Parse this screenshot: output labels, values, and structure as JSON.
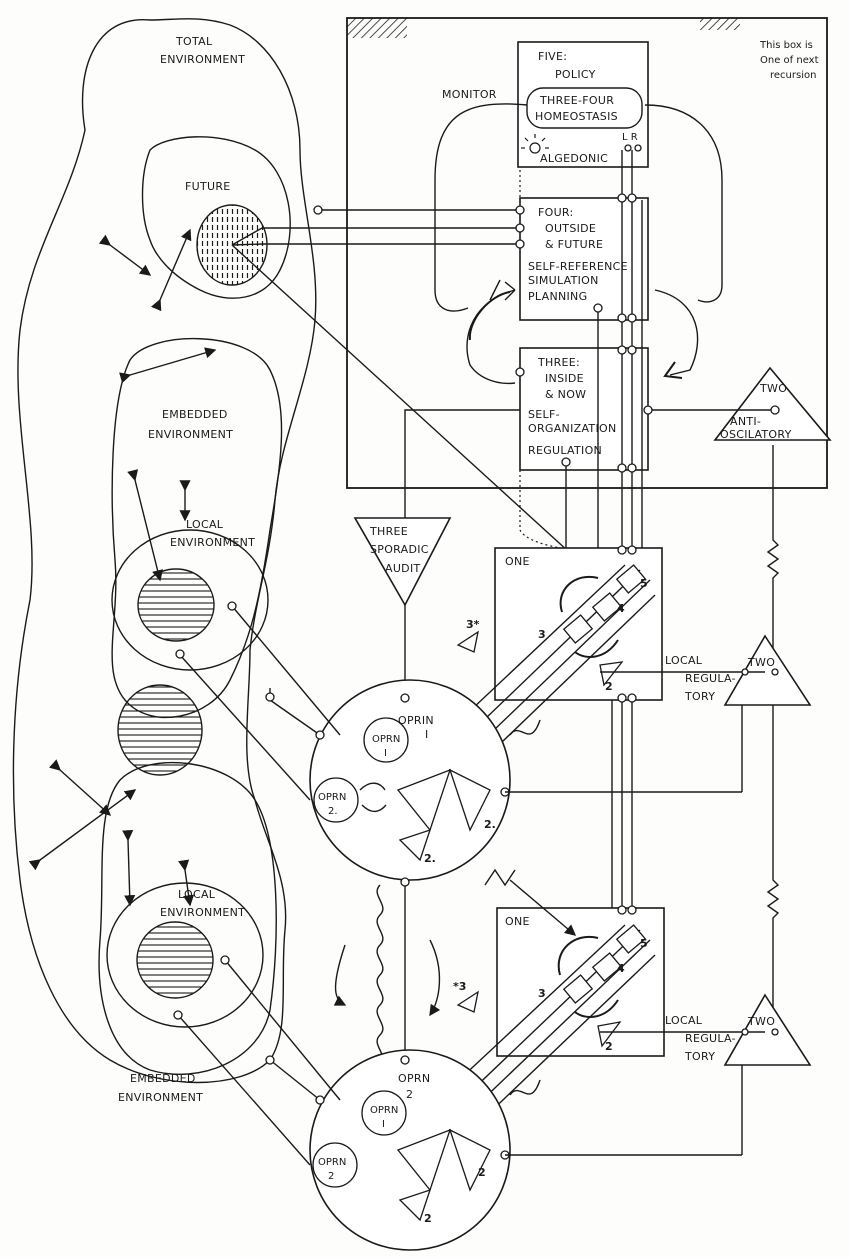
{
  "labels": {
    "total_environment": [
      "TOTAL",
      "ENVIRONMENT"
    ],
    "future": "FUTURE",
    "embedded_environment_1": [
      "EMBEDDED",
      "ENVIRONMENT"
    ],
    "local_environment_1": [
      "LOCAL",
      "ENVIRONMENT"
    ],
    "local_environment_2": [
      "LOCAL",
      "ENVIRONMENT"
    ],
    "embedded_environment_2": [
      "EMBEDDED",
      "ENVIRONMENT"
    ],
    "monitor": "MONITOR",
    "recursion_note": [
      "This box is",
      "One of next",
      "recursion"
    ],
    "five": [
      "FIVE:",
      "POLICY"
    ],
    "three_four": [
      "THREE-FOUR",
      "HOMEOSTASIS"
    ],
    "algedonic": "ALGEDONIC",
    "lr": "L R",
    "four": [
      "FOUR:",
      "OUTSIDE",
      "& FUTURE"
    ],
    "four_items": [
      "SELF-REFERENCE",
      "SIMULATION",
      "PLANNING"
    ],
    "three": [
      "THREE:",
      "INSIDE",
      "& NOW"
    ],
    "three_items": [
      "SELF-",
      "ORGANIZATION",
      "REGULATION"
    ],
    "two_anti": [
      "TWO",
      "ANTI-",
      "OSCILATORY"
    ],
    "three_star": [
      "THREE",
      "SPORADIC",
      "AUDIT"
    ],
    "one": "ONE",
    "local_regulatory": [
      "LOCAL",
      "REGULA-",
      "TORY"
    ],
    "two": "TWO",
    "oprin_1": [
      "OPRIN",
      "I"
    ],
    "oprn_2": [
      "OPRN",
      "2"
    ],
    "oprn_small_1": [
      "OPRN",
      "I"
    ],
    "oprn_small_2": [
      "OPRN",
      "2."
    ],
    "nums": {
      "three_star_a": "3*",
      "three_star_b": "*3",
      "n3": "3",
      "n4": "4",
      "n5": "5",
      "n2": "2",
      "n2dot": "2."
    }
  }
}
